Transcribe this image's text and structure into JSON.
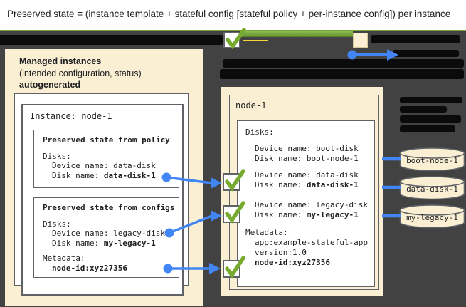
{
  "banner": {
    "formula": "Preserved state = (instance template + stateful config [stateful policy + per-instance config]) per instance"
  },
  "left_panel": {
    "title": "Managed instances",
    "subtitle": "(intended configuration, status)",
    "subtitle2": "autogenerated",
    "card_title": "Instance: node-1",
    "policy_box": {
      "title": "Preserved state from policy",
      "disks_label": "Disks:",
      "device_line": "Device name: data-disk",
      "disk_label": "Disk name: ",
      "disk_value": "data-disk-1"
    },
    "configs_box": {
      "title": "Preserved state from configs",
      "disks_label": "Disks:",
      "device_line": "Device name: legacy-disk",
      "disk_label": "Disk name: ",
      "disk_value": "my-legacy-1",
      "metadata_label": "Metadata:",
      "metadata_value": "node-id:xyz27356"
    }
  },
  "right_panel": {
    "title": "node-1",
    "disks_label": "Disks:",
    "boot_device": "Device name: boot-disk",
    "boot_disk": "Disk name: boot-node-1",
    "data_device": "Device name: data-disk",
    "data_disk_label": "Disk name: ",
    "data_disk_value": "data-disk-1",
    "legacy_device": "Device name: legacy-disk",
    "legacy_disk_label": "Disk name: ",
    "legacy_disk_value": "my-legacy-1",
    "metadata_label": "Metadata:",
    "metadata_app": "app:example-stateful-app",
    "metadata_version": "version:1.0",
    "metadata_node": "node-id:xyz27356"
  },
  "disks": [
    {
      "name": "boot-node-1"
    },
    {
      "name": "data-disk-1"
    },
    {
      "name": "my-legacy-1"
    }
  ],
  "colors": {
    "accent_blue": "#4285F4",
    "accent_green": "#77AB30",
    "panel_cream": "#FAEFD2",
    "background_dark": "#424242",
    "redaction_black": "#0B0B0B",
    "border_gray": "#5F6368"
  }
}
